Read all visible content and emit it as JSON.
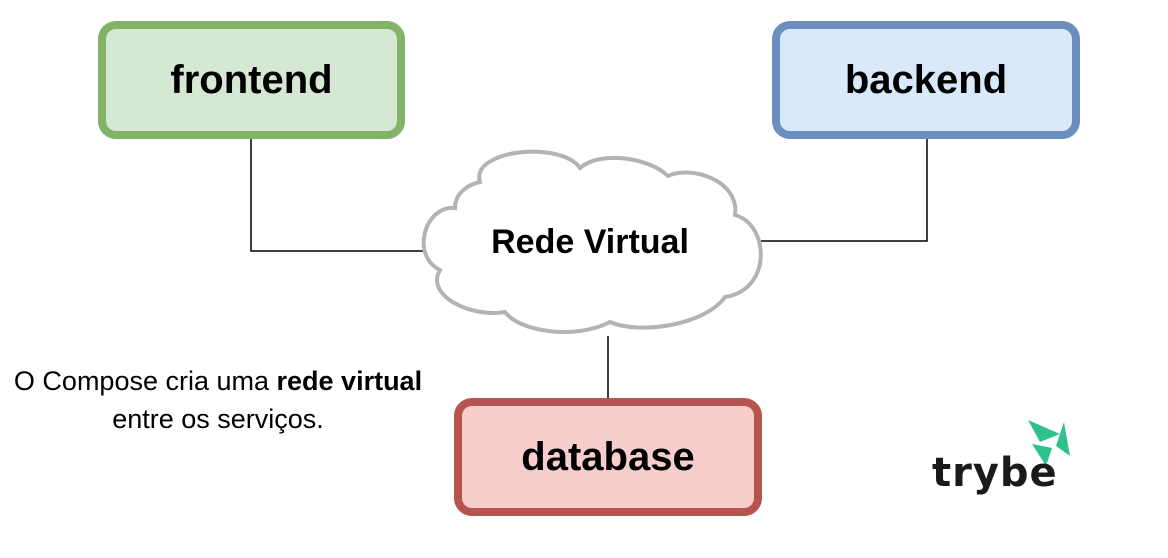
{
  "diagram": {
    "nodes": {
      "frontend": {
        "label": "frontend",
        "fill": "#d5e8d4",
        "stroke": "#82b366"
      },
      "backend": {
        "label": "backend",
        "fill": "#dae8fc",
        "stroke": "#6c8ebf"
      },
      "database": {
        "label": "database",
        "fill": "#f8cecc",
        "stroke": "#b85450"
      }
    },
    "cloud": {
      "label": "Rede Virtual",
      "fill": "#ffffff",
      "stroke": "#b3b3b3"
    },
    "edges": [
      {
        "from": "frontend",
        "to": "cloud"
      },
      {
        "from": "backend",
        "to": "cloud"
      },
      {
        "from": "cloud",
        "to": "database"
      }
    ]
  },
  "caption": {
    "part1": "O Compose cria uma ",
    "bold1": "rede virtual",
    "part2": " entre os serviços."
  },
  "logo": {
    "text": "trybe",
    "icon": "trybe-logo-icon",
    "accent": "#2fc18c"
  }
}
